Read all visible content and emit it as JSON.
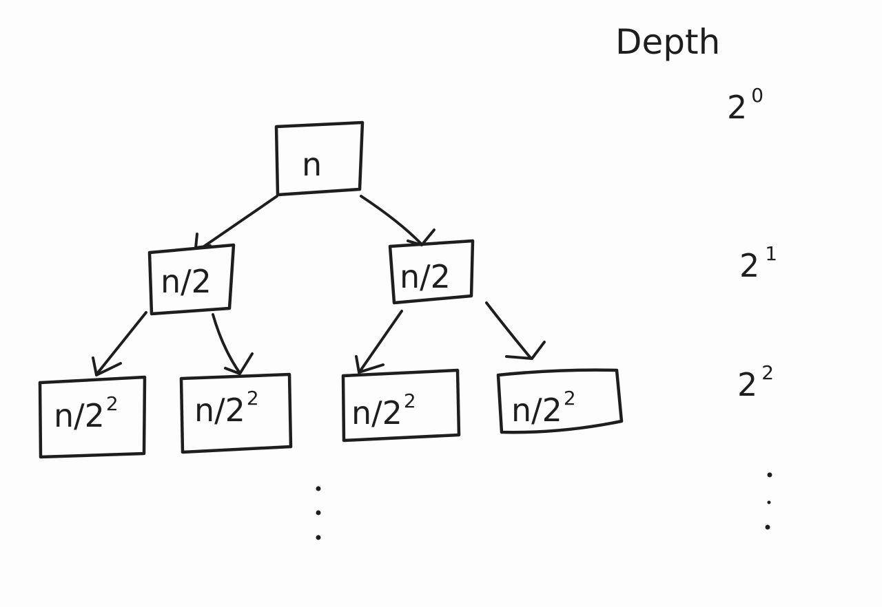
{
  "depth_header": "Depth",
  "nodes": [
    {
      "id": "root",
      "base": "n",
      "sup": ""
    },
    {
      "id": "l1-left",
      "base": "n/2",
      "sup": ""
    },
    {
      "id": "l1-right",
      "base": "n/2",
      "sup": ""
    },
    {
      "id": "l2-1",
      "base": "n/2",
      "sup": "2"
    },
    {
      "id": "l2-2",
      "base": "n/2",
      "sup": "2"
    },
    {
      "id": "l2-3",
      "base": "n/2",
      "sup": "2"
    },
    {
      "id": "l2-4",
      "base": "n/2",
      "sup": "2"
    }
  ],
  "depth_levels": [
    {
      "base": "2",
      "sup": "0"
    },
    {
      "base": "2",
      "sup": "1"
    },
    {
      "base": "2",
      "sup": "2"
    }
  ]
}
